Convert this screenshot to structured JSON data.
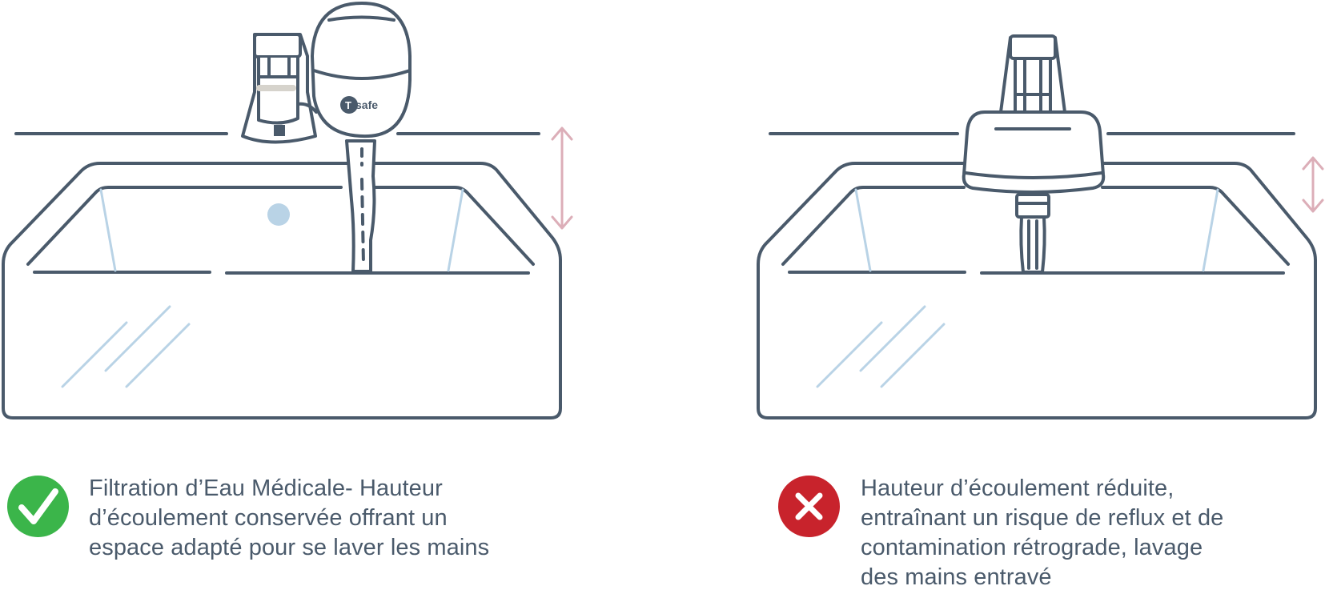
{
  "colors": {
    "line": "#4a5a6b",
    "water": "#b9d3e6",
    "arrow": "#dcaeb8",
    "check": "#3bb54a",
    "cross": "#c8232c",
    "text": "#4a5a6b"
  },
  "left_panel": {
    "status": "correct",
    "status_icon": "check-icon",
    "logo": "Tsafe",
    "caption_lines": [
      "Filtration d’Eau Médicale- Hauteur",
      "d’écoulement conservée offrant un",
      "espace adapté pour se laver les mains"
    ]
  },
  "right_panel": {
    "status": "incorrect",
    "status_icon": "cross-icon",
    "caption_lines": [
      "Hauteur d’écoulement réduite,",
      "entraînant un risque de reflux et de",
      "contamination rétrograde, lavage",
      "des mains entravé"
    ]
  }
}
